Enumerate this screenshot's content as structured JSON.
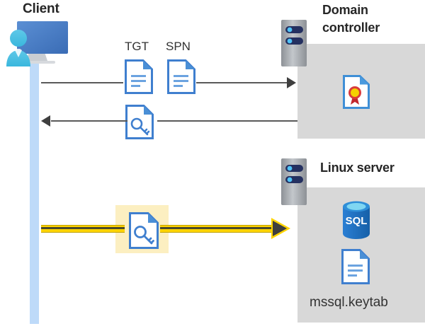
{
  "diagram": {
    "title_client": "Client",
    "title_domain_controller": "Domain controller",
    "title_linux_server": "Linux server",
    "labels": {
      "tgt": "TGT",
      "spn": "SPN",
      "keytab_file": "mssql.keytab"
    },
    "icons": {
      "client": "client-computer-user-icon",
      "dc_rack": "server-rack-icon",
      "linux_rack": "server-rack-icon",
      "tgt_doc": "document-icon",
      "spn_doc": "document-icon",
      "tgs_doc": "document-key-icon",
      "ticket_doc": "document-key-icon",
      "certificate": "certificate-document-icon",
      "sql_database": "sql-database-icon",
      "keytab_doc": "document-icon"
    },
    "arrows": {
      "request": "client-to-domain-controller",
      "response": "domain-controller-to-client",
      "ticket": "client-to-linux-server-highlighted"
    },
    "colors": {
      "panel_gray": "#d8d8d8",
      "lifeline_blue": "#bedaf9",
      "doc_blue": "#3f7fcf",
      "highlight_yellow": "#fcefc1",
      "arrow_yellow": "#ffd400",
      "arrow_gray": "#3f3f3f",
      "sql_blue": "#1f6fc4",
      "heading_text": "#262626"
    }
  }
}
